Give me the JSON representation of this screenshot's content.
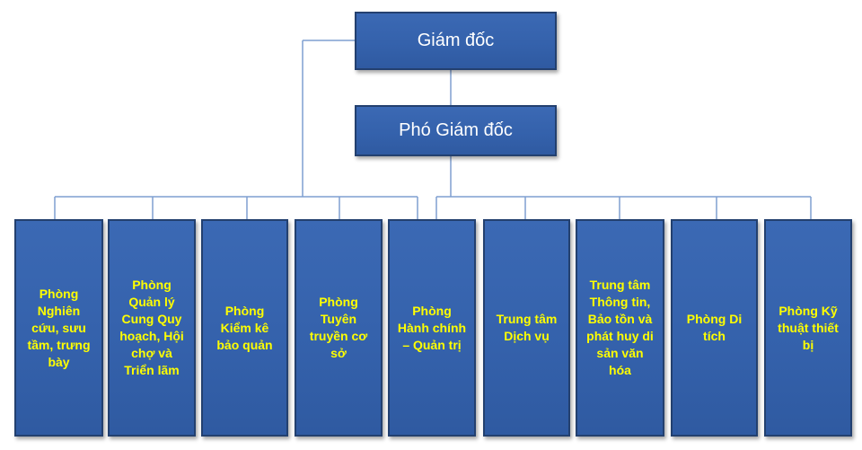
{
  "director": {
    "label": "Giám đốc"
  },
  "deputy": {
    "label": "Phó Giám đốc"
  },
  "departments": [
    {
      "label": "Phòng Nghiên cứu, sưu tầm, trưng bày"
    },
    {
      "label": "Phòng Quản lý Cung Quy hoạch, Hội chợ và Triển lãm"
    },
    {
      "label": "Phòng Kiểm kê bảo quản"
    },
    {
      "label": "Phòng Tuyên truyền cơ sở"
    },
    {
      "label": "Phòng Hành chính – Quản trị"
    },
    {
      "label": "Trung tâm Dịch vụ"
    },
    {
      "label": "Trung tâm Thông tin, Bảo tồn và phát huy di sản văn hóa"
    },
    {
      "label": "Phòng Di tích"
    },
    {
      "label": "Phòng Kỹ thuật thiết bị"
    }
  ],
  "colors": {
    "box_fill": "#3461ab",
    "box_border": "#23406f",
    "connector": "#7f9fd0",
    "title_text": "#ffffff",
    "dept_text": "#ffff00"
  }
}
